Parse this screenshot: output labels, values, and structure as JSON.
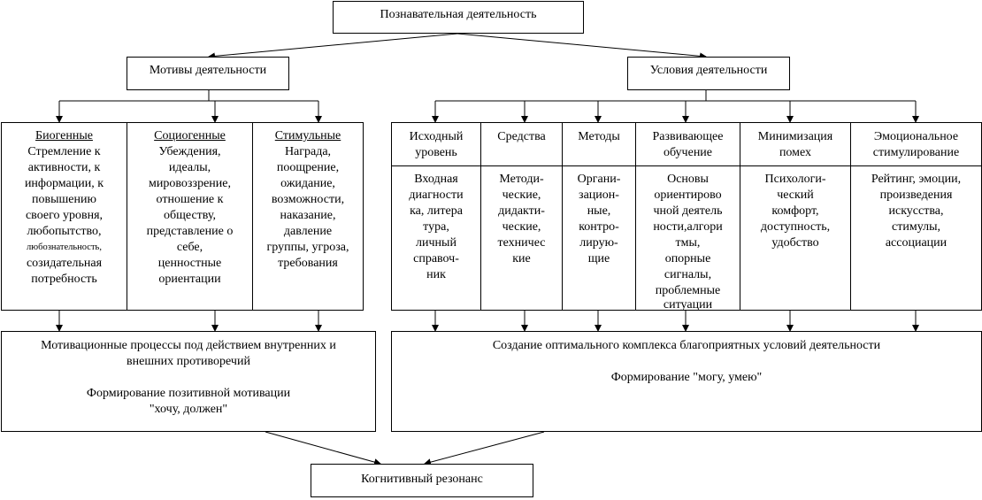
{
  "top": {
    "title": "Познавательная деятельность"
  },
  "motives": {
    "title": "Мотивы деятельности",
    "columns": [
      {
        "header": "Биогенные",
        "lines": [
          "Стремление к",
          "активности, к",
          "информации, к",
          "повышению",
          "своего уровня,",
          "любопытство,",
          "любознательность,",
          "созидательная",
          "потребность"
        ]
      },
      {
        "header": "Социогенные",
        "lines": [
          "Убеждения,",
          "идеалы,",
          "мировоззрение,",
          "отношение к",
          "обществу,",
          "представление о",
          "себе,",
          "ценностные",
          "ориентации"
        ]
      },
      {
        "header": "Стимульные",
        "lines": [
          "Награда,",
          "поощрение,",
          "ожидание,",
          "возможности,",
          "наказание,",
          "давление",
          "группы, угроза,",
          "требования"
        ]
      }
    ],
    "result": {
      "line1": "Мотивационные процессы под действием внутренних и",
      "line2": "внешних противоречий",
      "line3": "Формирование позитивной мотивации",
      "line4": "\"хочу, должен\""
    }
  },
  "conditions": {
    "title": "Условия деятельности",
    "columns": [
      {
        "header": [
          "Исходный",
          "уровень"
        ],
        "lines": [
          "Входная",
          "диагности",
          "ка, литера",
          "тура,",
          "личный",
          "справоч-",
          "ник"
        ]
      },
      {
        "header": [
          "Средства"
        ],
        "lines": [
          "Методи-",
          "ческие,",
          "дидакти-",
          "ческие,",
          "техничес",
          "кие"
        ]
      },
      {
        "header": [
          "Методы"
        ],
        "lines": [
          "Органи-",
          "зацион-",
          "ные,",
          "контро-",
          "лирую-",
          "щие"
        ]
      },
      {
        "header": [
          "Развивающее",
          "обучение"
        ],
        "lines": [
          "Основы",
          "ориентирово",
          "чной деятель",
          "ности,алгори",
          "тмы,",
          "опорные",
          "сигналы,",
          "проблемные",
          "ситуации"
        ]
      },
      {
        "header": [
          "Минимизация",
          "помех"
        ],
        "lines": [
          "Психологи-",
          "ческий",
          "комфорт,",
          "доступность,",
          "удобство"
        ]
      },
      {
        "header": [
          "Эмоциональное",
          "стимулирование"
        ],
        "lines": [
          "Рейтинг, эмоции,",
          "произведения",
          "искусства,",
          "стимулы,",
          "ассоциации"
        ]
      }
    ],
    "result": {
      "line1": "Создание оптимального комплекса благоприятных условий деятельности",
      "line2": "Формирование \"могу, умею\""
    }
  },
  "bottom": {
    "title": "Когнитивный резонанс"
  }
}
